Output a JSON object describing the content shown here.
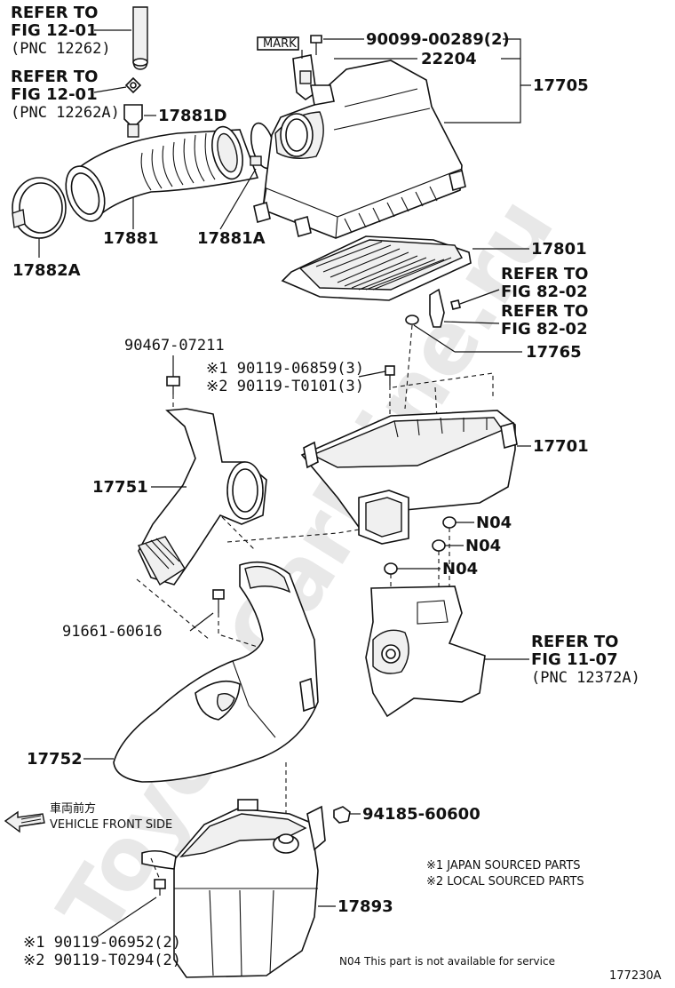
{
  "watermark": "ToyotaCarMine.ru",
  "refs": {
    "fig12_a": "REFER TO",
    "fig12_b": "FIG 12-01",
    "fig12_c": "(PNC 12262)",
    "fig12a_a": "REFER TO",
    "fig12a_b": "FIG 12-01",
    "fig12a_c": "(PNC 12262A)",
    "fig82a_a": "REFER TO",
    "fig82a_b": "FIG 82-02",
    "fig82b_a": "REFER TO",
    "fig82b_b": "FIG 82-02",
    "fig11_a": "REFER TO",
    "fig11_b": "FIG 11-07",
    "fig11_c": "(PNC 12372A)"
  },
  "parts": {
    "mark_box": "MARK",
    "p_90099": "90099-00289(2)",
    "p_22204": "22204",
    "p_17705": "17705",
    "p_17881d": "17881D",
    "p_17881": "17881",
    "p_17881a": "17881A",
    "p_17882a": "17882A",
    "p_17801": "17801",
    "p_17765": "17765",
    "p_90467": "90467-07211",
    "p_90119_06859": "※1 90119-06859(3)",
    "p_90119_t0101": "※2 90119-T0101(3)",
    "p_17701": "17701",
    "p_17751": "17751",
    "n04_1": "N04",
    "n04_2": "N04",
    "n04_3": "N04",
    "p_91661": "91661-60616",
    "p_17752": "17752",
    "p_94185": "94185-60600",
    "p_17893": "17893",
    "p_90119_06952": "※1 90119-06952(2)",
    "p_90119_t0294": "※2 90119-T0294(2)"
  },
  "notes": {
    "front_jp": "車両前方",
    "front_en": "VEHICLE FRONT SIDE",
    "legend_1": "※1 JAPAN SOURCED PARTS",
    "legend_2": "※2 LOCAL SOURCED PARTS",
    "n04_note": "N04  This part is not available for service",
    "fig_code": "177230A"
  }
}
